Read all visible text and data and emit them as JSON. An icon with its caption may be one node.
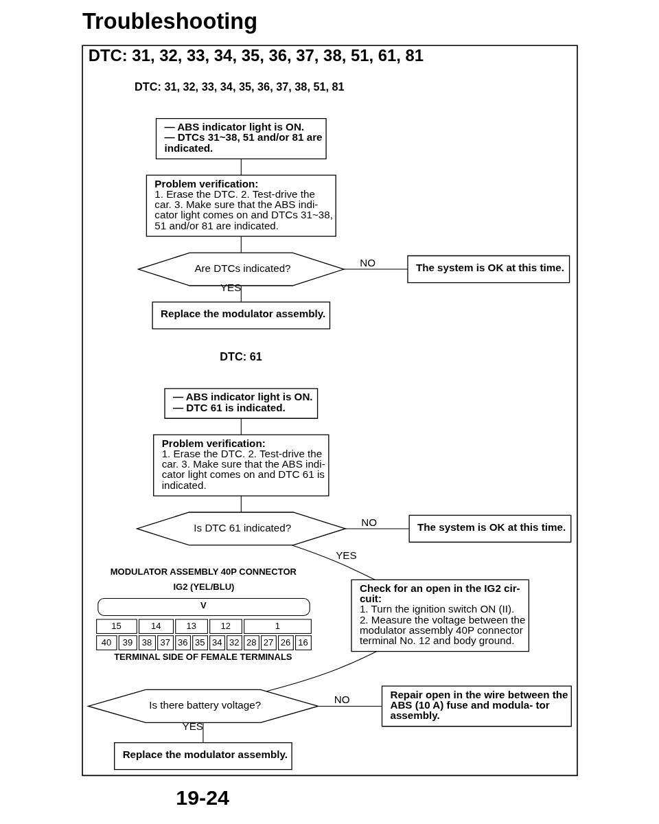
{
  "diagram": {
    "title": "Troubleshooting",
    "nodes": [
      {
        "text": [
          "DTC: 31, 32, 33, 34, 35, 36, 37, 38, 51, 61, 81"
        ]
      },
      {
        "text": [
          "— ABS indicator light is ON.",
          "— DTCs 31~38, 51 and/or 81 are indicated."
        ],
        "in": 0
      },
      {
        "text": [
          "Problem verification:",
          "1. Erase the DTC. 2. Test-drive the car. 3. Make sure that the ABS indi- cator light comes on and DTCs 31~38, 51 and/or 81 are indicated."
        ],
        "in": 0
      },
      {
        "text": [
          "Are DTCs indicated?"
        ],
        "in": 0
      },
      {
        "text": [
          "The system is OK at this time."
        ],
        "in": 0
      },
      {
        "text": [
          "Replace the modulator assembly."
        ],
        "in": 0
      },
      {
        "text": [
          "— ABS indicator light is ON.",
          "— DTC 61 is indicated."
        ],
        "in": 0
      },
      {
        "text": [
          "Problem verification:",
          "1. Erase the DTC. 2. Test-drive the car. 3. Make sure that the ABS indi- cator light comes on and DTC 61 is indicated."
        ],
        "in": 0
      },
      {
        "text": [
          "Is DTC 61 indicated?"
        ],
        "in": 0
      },
      {
        "text": [
          "The system is OK at this time."
        ],
        "in": 0
      },
      {
        "text": [
          "Check for an open in the IG2 cir- cuit:",
          "1. Turn the ignition switch ON (II). 2. Measure the voltage between the modulator assembly 40P connector terminal No. 12 and body ground."
        ],
        "in": 0
      },
      {
        "text": [
          "Is there battery voltage?"
        ],
        "in": 0
      },
      {
        "text": [
          "Repair open in the wire between the ABS (10 A) fuse and modula- tor assembly."
        ],
        "in": 0
      },
      {
        "text": [
          "Replace the modulator assembly."
        ],
        "in": 0
      }
    ],
    "edges": [
      {
        "from": 1,
        "to": 2,
        "arrow": "none"
      },
      {
        "from": 2,
        "to": 3,
        "arrow": "none"
      },
      {
        "from": 3,
        "to": 4,
        "arrow": "none",
        "label": "NO"
      },
      {
        "from": 3,
        "to": 5,
        "arrow": "none",
        "label": "YES"
      },
      {
        "from": 6,
        "to": 7,
        "arrow": "none"
      },
      {
        "from": 7,
        "to": 8,
        "arrow": "none"
      },
      {
        "from": 8,
        "to": 9,
        "arrow": "none",
        "label": "NO"
      },
      {
        "from": 8,
        "to": 10,
        "arrow": "none",
        "label": "YES"
      },
      {
        "from": 10,
        "to": 11,
        "arrow": "none"
      },
      {
        "from": 11,
        "to": 12,
        "arrow": "none",
        "label": "NO"
      },
      {
        "from": 11,
        "to": 13,
        "arrow": "none",
        "label": "YES"
      }
    ],
    "labels": [
      "DTC: 31, 32, 33, 34, 35, 36, 37, 38, 51, 81",
      "DTC: 61",
      "MODULATOR ASSEMBLY 40P CONNECTOR",
      "IG2 (YEL/BLU)",
      "V",
      "15",
      "14",
      "13",
      "12",
      "1",
      "40",
      "39",
      "38",
      "37",
      "36",
      "35",
      "34",
      "32",
      "28",
      "27",
      "26",
      "16",
      "TERMINAL SIDE OF FEMALE TERMINALS",
      "19-24"
    ]
  }
}
